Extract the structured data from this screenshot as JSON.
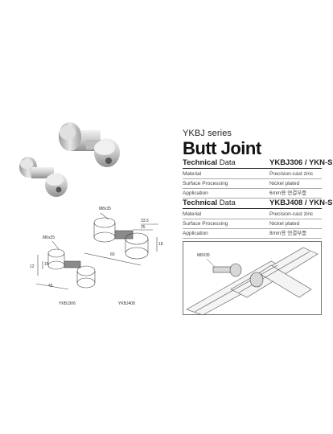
{
  "header": {
    "series": "YKBJ series",
    "title": "Butt Joint"
  },
  "tech1": {
    "label_bold": "Technical",
    "label_rest": " Data",
    "model": "YKBJ306 / YKN-S",
    "rows": [
      {
        "label": "Material",
        "value": "Precision-cast zinc"
      },
      {
        "label": "Surface Processing",
        "value": "Nickel plated"
      },
      {
        "label": "Application",
        "value": "6mm용 연결부품"
      }
    ]
  },
  "tech2": {
    "label_bold": "Technical",
    "label_rest": " Data",
    "model": "YKBJ408 / YKN-S",
    "rows": [
      {
        "label": "Material",
        "value": "Precision-cast zinc"
      },
      {
        "label": "Surface Processing",
        "value": "Nickel plated"
      },
      {
        "label": "Application",
        "value": "8mm용 연결부품"
      }
    ]
  },
  "drawing": {
    "m6": "M6x25",
    "m8": "M8x35",
    "d1": "33.5",
    "d2": "25",
    "d3": "18",
    "d4": "60",
    "d5": "15",
    "d6": "12",
    "d7": "45",
    "label_306": "YKBJ306",
    "label_408": "YKBJ408"
  },
  "assembly": {
    "callout": "M8X35"
  }
}
